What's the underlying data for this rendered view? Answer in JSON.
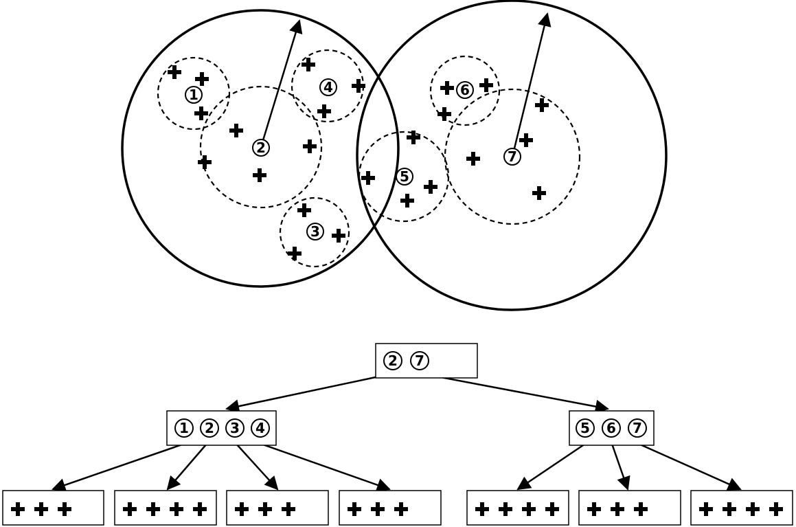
{
  "colors": {
    "stroke": "#000000",
    "background": "#ffffff"
  },
  "point_symbol": "✚",
  "centers": {
    "c1": "1",
    "c2": "2",
    "c3": "3",
    "c4": "4",
    "c5": "5",
    "c6": "6",
    "c7": "7"
  },
  "tree": {
    "root": [
      "2",
      "7"
    ],
    "left": [
      "1",
      "2",
      "3",
      "4"
    ],
    "right": [
      "5",
      "6",
      "7"
    ],
    "leaf_point_counts": [
      3,
      4,
      3,
      3,
      4,
      3,
      4
    ]
  }
}
